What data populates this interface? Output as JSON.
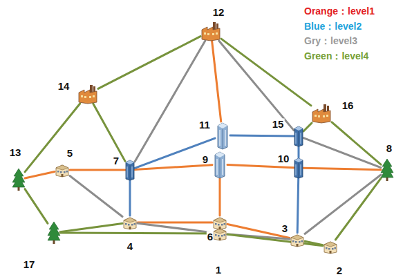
{
  "diagram": {
    "nodes": [
      {
        "text": [
          "1"
        ]
      },
      {
        "text": [
          "2"
        ]
      },
      {
        "text": [
          "3"
        ]
      },
      {
        "text": [
          "4"
        ]
      },
      {
        "text": [
          "5"
        ]
      },
      {
        "text": [
          "6"
        ]
      },
      {
        "text": [
          "7"
        ]
      },
      {
        "text": [
          "8"
        ]
      },
      {
        "text": [
          "9"
        ]
      },
      {
        "text": [
          "10"
        ]
      },
      {
        "text": [
          "11"
        ]
      },
      {
        "text": [
          "12"
        ]
      },
      {
        "text": [
          "13"
        ]
      },
      {
        "text": [
          "14"
        ]
      },
      {
        "text": [
          "15"
        ]
      },
      {
        "text": [
          "16"
        ]
      },
      {
        "text": [
          "17"
        ]
      }
    ],
    "edges": [
      {
        "from": 12,
        "to": 4,
        "arrow": "none"
      },
      {
        "from": 4,
        "to": 6,
        "arrow": "none"
      },
      {
        "from": 6,
        "to": 8,
        "arrow": "none"
      },
      {
        "from": 8,
        "to": 9,
        "arrow": "none"
      },
      {
        "from": 9,
        "to": 7,
        "arrow": "none"
      },
      {
        "from": 11,
        "to": 10,
        "arrow": "none"
      },
      {
        "from": 8,
        "to": 5,
        "arrow": "none"
      },
      {
        "from": 5,
        "to": 0,
        "arrow": "none"
      },
      {
        "from": 3,
        "to": 5,
        "arrow": "none"
      },
      {
        "from": 5,
        "to": 2,
        "arrow": "none"
      },
      {
        "from": 6,
        "to": 10,
        "arrow": "none"
      },
      {
        "from": 10,
        "to": 14,
        "arrow": "none"
      },
      {
        "from": 14,
        "to": 9,
        "arrow": "none"
      },
      {
        "from": 9,
        "to": 2,
        "arrow": "none"
      },
      {
        "from": 6,
        "to": 3,
        "arrow": "none"
      },
      {
        "from": 11,
        "to": 6,
        "arrow": "none"
      },
      {
        "from": 11,
        "to": 14,
        "arrow": "none"
      },
      {
        "from": 4,
        "to": 3,
        "arrow": "none"
      },
      {
        "from": 3,
        "to": 0,
        "arrow": "none"
      },
      {
        "from": 0,
        "to": 2,
        "arrow": "none"
      },
      {
        "from": 2,
        "to": 7,
        "arrow": "none"
      },
      {
        "from": 14,
        "to": 7,
        "arrow": "none"
      },
      {
        "from": 12,
        "to": 13,
        "arrow": "none"
      },
      {
        "from": 13,
        "to": 11,
        "arrow": "none"
      },
      {
        "from": 11,
        "to": 15,
        "arrow": "none"
      },
      {
        "from": 15,
        "to": 7,
        "arrow": "none"
      },
      {
        "from": 13,
        "to": 6,
        "arrow": "none"
      },
      {
        "from": 15,
        "to": 14,
        "arrow": "none"
      },
      {
        "from": 12,
        "to": 16,
        "arrow": "none"
      },
      {
        "from": 16,
        "to": 3,
        "arrow": "none"
      },
      {
        "from": 16,
        "to": 0,
        "arrow": "none"
      },
      {
        "from": 0,
        "to": 1,
        "arrow": "none"
      },
      {
        "from": 1,
        "to": 7,
        "arrow": "none"
      },
      {
        "from": 2,
        "to": 1,
        "arrow": "none"
      }
    ],
    "legend": [
      {
        "text": "Orange：level1",
        "color": "#e31e24"
      },
      {
        "text": "Blue：level2",
        "color": "#1fa3db"
      },
      {
        "text": "Gry：level3",
        "color": "#9a9a9a"
      },
      {
        "text": "Green：level4",
        "color": "#76a035"
      }
    ]
  }
}
